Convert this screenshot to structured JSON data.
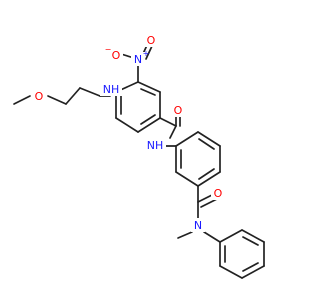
{
  "molecule": {
    "colors": {
      "bond": "#222222",
      "oxygen": "#ff0000",
      "nitrogen": "#1a1aff",
      "carbon": "#222222"
    },
    "labels": {
      "methoxy_o": "O",
      "amine_nh": "NH",
      "nitro_n": "N",
      "nitro_plus": "+",
      "nitro_o_minus": "O",
      "nitro_minus": "−",
      "nitro_o2": "O",
      "amide1_o": "O",
      "amide1_nh": "NH",
      "amide2_o": "O",
      "amide2_n": "N"
    }
  }
}
